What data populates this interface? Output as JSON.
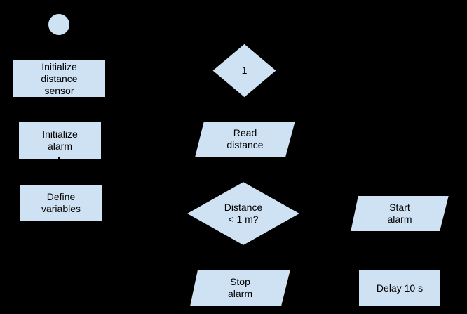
{
  "diagram": {
    "type": "flowchart",
    "colors": {
      "background": "#000000",
      "shape_fill": "#cfe2f3",
      "shape_stroke": "#000000",
      "text": "#000000"
    },
    "nodes": [
      {
        "id": "start",
        "shape": "start-circle",
        "label": ""
      },
      {
        "id": "initialize-distance-sensor",
        "shape": "process-rect",
        "label": "Initialize\ndistance\nsensor"
      },
      {
        "id": "initialize-alarm",
        "shape": "process-rect",
        "label": "Initialize\nalarm"
      },
      {
        "id": "define-variables",
        "shape": "process-rect",
        "label": "Define\nvariables"
      },
      {
        "id": "connector-1",
        "shape": "diamond",
        "label": "1"
      },
      {
        "id": "read-distance",
        "shape": "io-parallelogram",
        "label": "Read\ndistance"
      },
      {
        "id": "distance-check",
        "shape": "diamond",
        "label": "Distance\n< 1 m?"
      },
      {
        "id": "start-alarm",
        "shape": "io-parallelogram",
        "label": "Start\nalarm"
      },
      {
        "id": "stop-alarm",
        "shape": "io-parallelogram",
        "label": "Stop\nalarm"
      },
      {
        "id": "delay-10-s",
        "shape": "process-rect",
        "label": "Delay 10 s"
      }
    ]
  }
}
